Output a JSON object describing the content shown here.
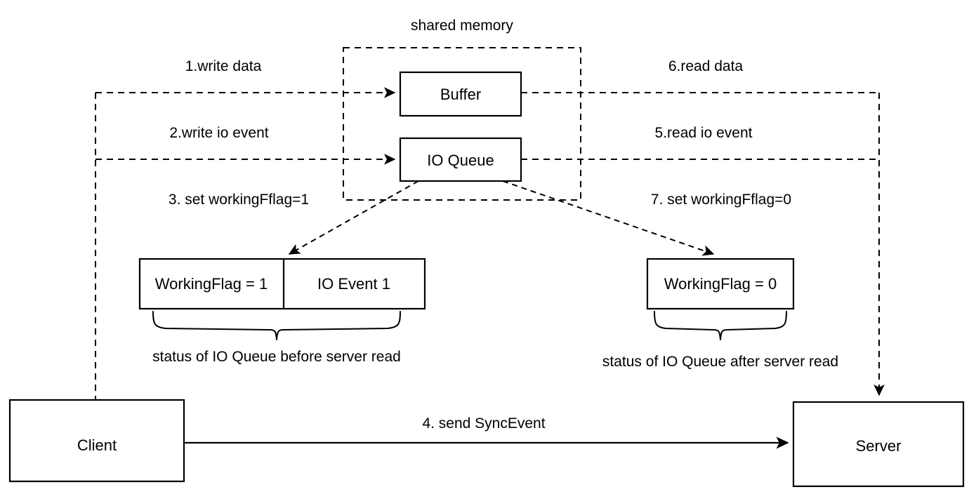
{
  "diagram": {
    "title": "shared memory",
    "nodes": {
      "buffer": "Buffer",
      "io_queue": "IO Queue",
      "client": "Client",
      "server": "Server",
      "working_flag_1": "WorkingFlag = 1",
      "io_event_1": "IO Event 1",
      "working_flag_0": "WorkingFlag = 0"
    },
    "edges": {
      "step1": "1.write data",
      "step2": "2.write io event",
      "step3": "3. set workingFflag=1",
      "step4": "4. send SyncEvent",
      "step5": "5.read io event",
      "step6": "6.read data",
      "step7": "7. set workingFflag=0"
    },
    "captions": {
      "before": "status of IO Queue before server read",
      "after": "status of IO Queue after server read"
    },
    "colors": {
      "stroke": "#000000",
      "fill": "#ffffff",
      "text": "#000000"
    }
  }
}
